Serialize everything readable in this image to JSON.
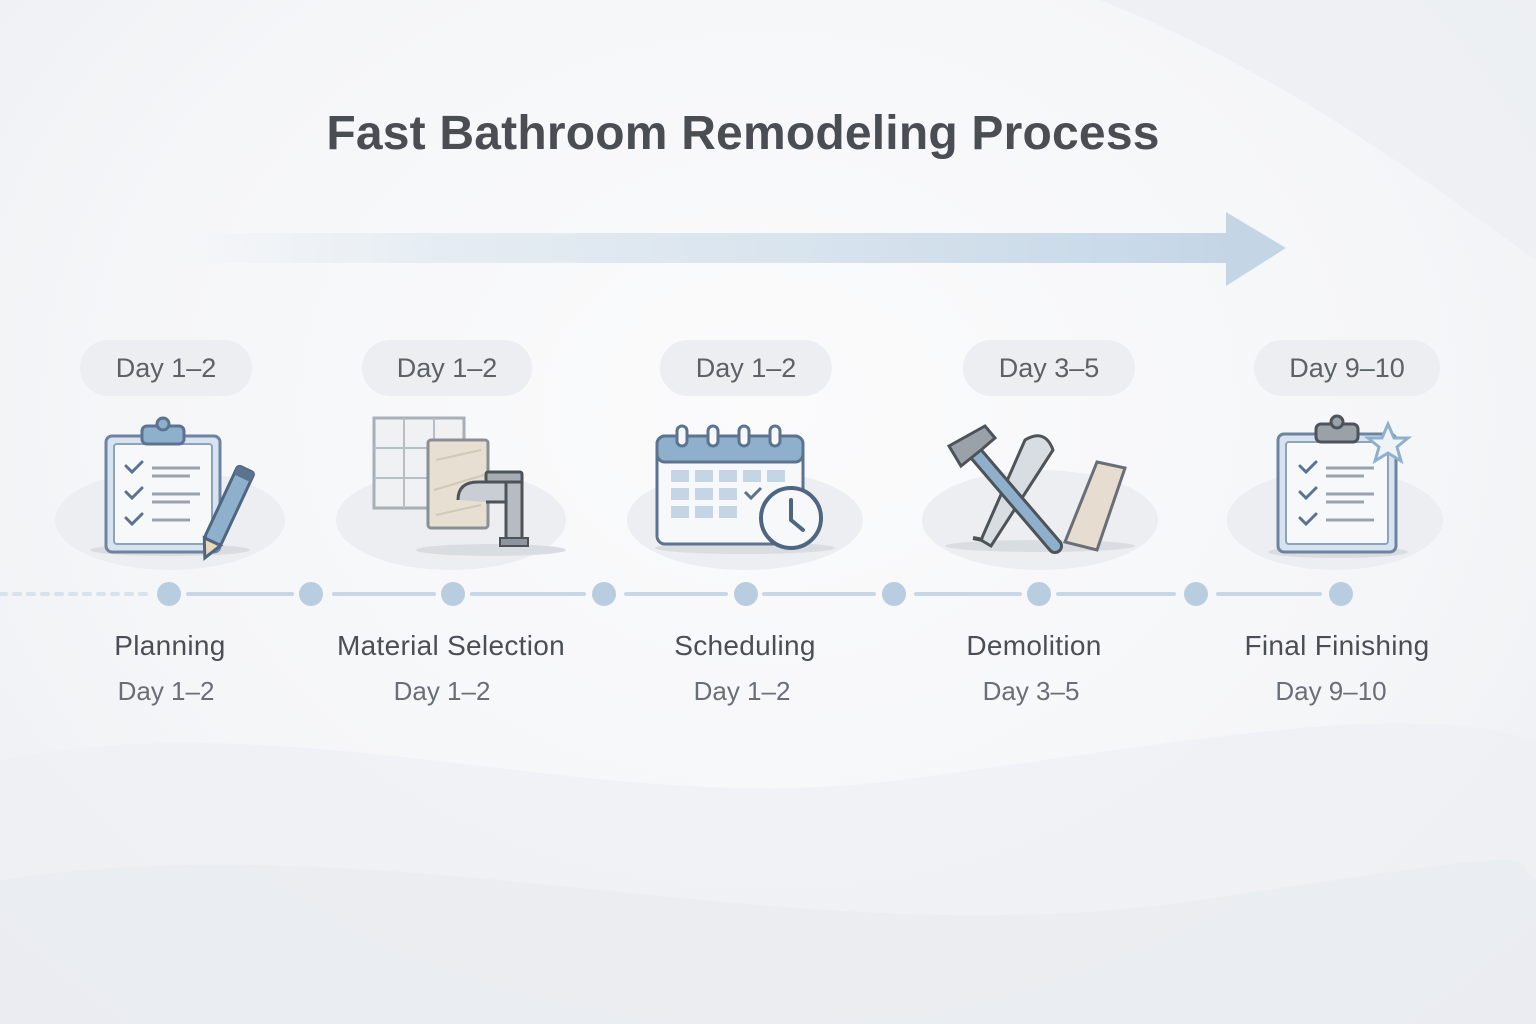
{
  "title": "Fast Bathroom Remodeling Process",
  "colors": {
    "accent_blue": "#8fb0cc",
    "dot": "#b9cde0",
    "line": "#c7d7e6",
    "arrow": "#c9d9e8",
    "text_dark": "#4a4d52",
    "pill_bg": "#eceef1"
  },
  "steps": [
    {
      "name": "Planning",
      "day": "Day 1–2",
      "badge": "Day 1–2",
      "icon": "clipboard-pencil-icon"
    },
    {
      "name": "Material Selection",
      "day": "Day 1–2",
      "badge": "Day 1–2",
      "icon": "tile-faucet-icon"
    },
    {
      "name": "Scheduling",
      "day": "Day 1–2",
      "badge": "Day 1–2",
      "icon": "calendar-clock-icon"
    },
    {
      "name": "Demolition",
      "day": "Day 3–5",
      "badge": "Day 3–5",
      "icon": "hammer-crowbar-icon"
    },
    {
      "name": "Final Finishing",
      "day": "Day 9–10",
      "badge": "Day 9–10",
      "icon": "clipboard-star-icon"
    }
  ]
}
